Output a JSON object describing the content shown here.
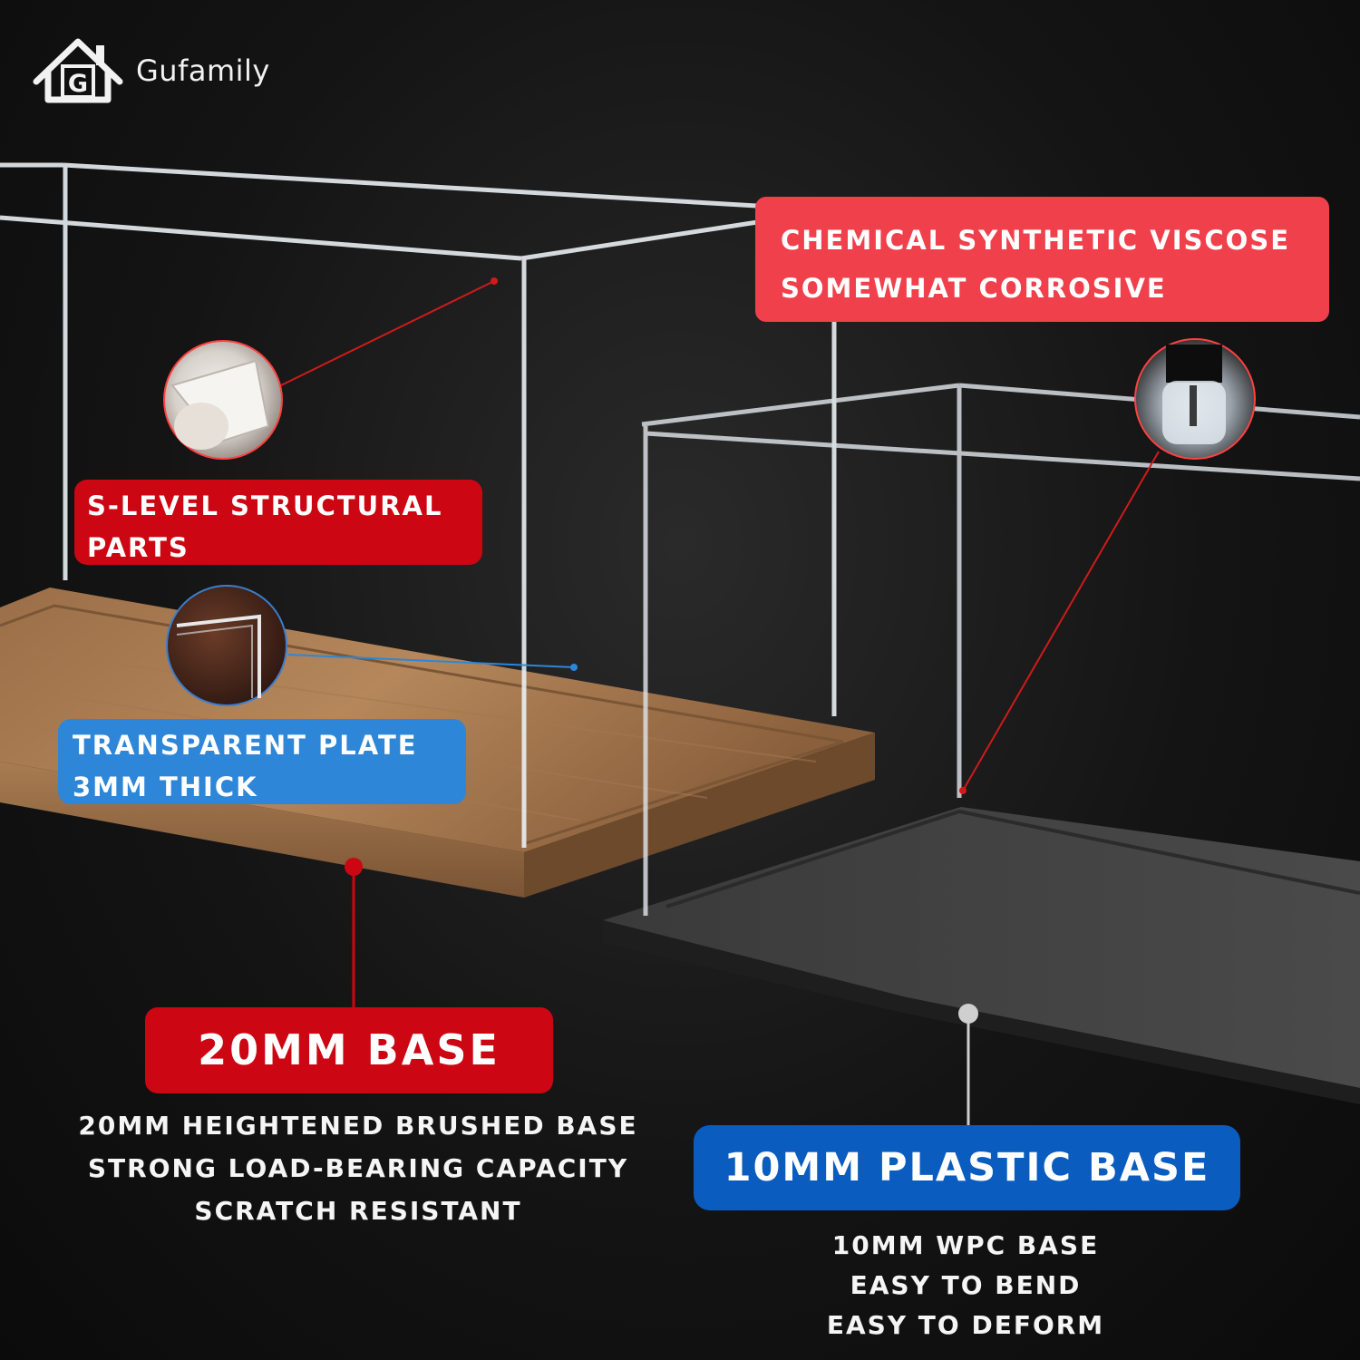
{
  "brand": {
    "name": "Gufamily",
    "logo_letter": "G",
    "icon": "house-logo-icon"
  },
  "callouts": {
    "structural": {
      "lines": [
        "S-LEVEL STRUCTURAL",
        "PARTS"
      ],
      "color": "#cc0612"
    },
    "viscose": {
      "lines": [
        "CHEMICAL SYNTHETIC VISCOSE",
        "SOMEWHAT CORROSIVE"
      ],
      "color": "#f0404c"
    },
    "plate": {
      "lines": [
        "TRANSPARENT PLATE",
        "3MM THICK"
      ],
      "color": "#2d86d8"
    }
  },
  "base_20mm": {
    "label": "20MM BASE",
    "color": "#cc0612",
    "description": [
      "20MM HEIGHTENED BRUSHED BASE",
      "STRONG LOAD-BEARING CAPACITY",
      "SCRATCH RESISTANT"
    ]
  },
  "base_10mm": {
    "label": "10MM PLASTIC BASE",
    "color": "#0b5cbf",
    "description": [
      "10MM WPC BASE",
      "EASY TO BEND",
      "EASY TO DEFORM"
    ]
  }
}
